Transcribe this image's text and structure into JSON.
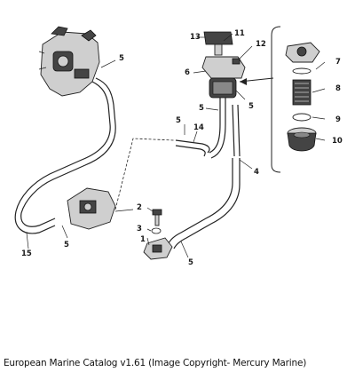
{
  "caption": "European Marine Catalog v1.61 (Image Copyright- Mercury Marine)",
  "callouts": {
    "c1": "1",
    "c2": "2",
    "c3": "3",
    "c4": "4",
    "c5a": "5",
    "c5b": "5",
    "c5c": "5",
    "c5d": "5",
    "c5e": "5",
    "c5f": "5",
    "c6": "6",
    "c7": "7",
    "c8": "8",
    "c9": "9",
    "c10": "10",
    "c11": "11",
    "c12": "12",
    "c13": "13",
    "c14": "14",
    "c15": "15"
  }
}
